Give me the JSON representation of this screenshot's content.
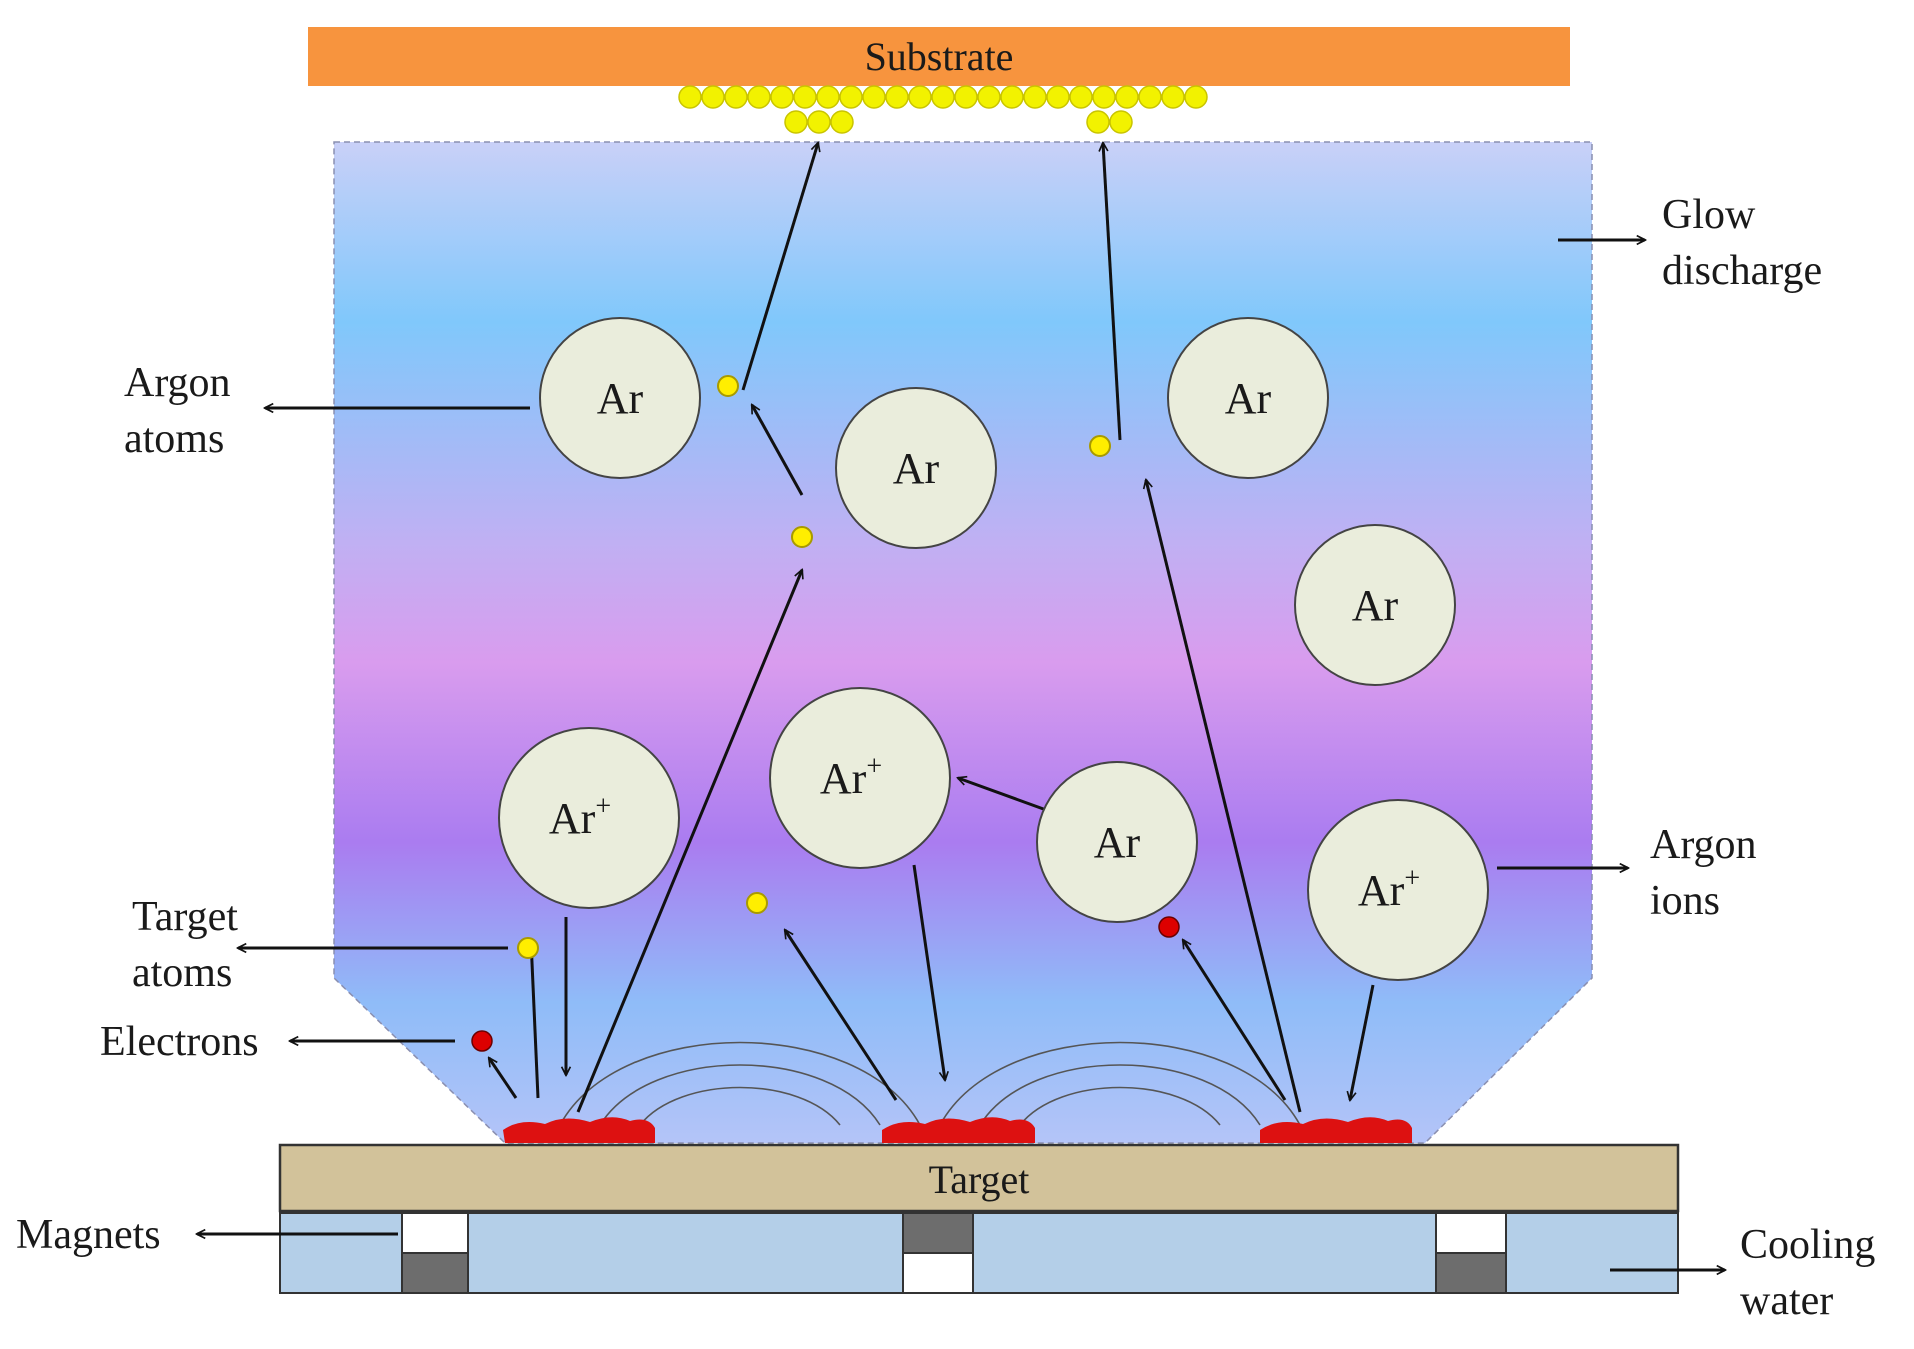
{
  "labels": {
    "substrate": "Substrate",
    "target": "Target",
    "glow_line1": "Glow",
    "glow_line2": "discharge",
    "argon_atoms_line1": "Argon",
    "argon_atoms_line2": "atoms",
    "target_atoms_line1": "Target",
    "target_atoms_line2": "atoms",
    "electrons": "Electrons",
    "magnets": "Magnets",
    "argon_ions_line1": "Argon",
    "argon_ions_line2": "ions",
    "cooling_line1": "Cooling",
    "cooling_line2": "water"
  },
  "particles": {
    "ar": "Ar",
    "ar_ion": "Ar",
    "ion_charge": "+"
  },
  "colors": {
    "substrate": "#f7943e",
    "target": "#d2c29a",
    "cooling_water": "#b4cfe8",
    "magnet_dark": "#6d6d6d",
    "deposited_atoms": "#f2f200",
    "target_atom": "#ffee00",
    "electron": "#dd0000",
    "erosion": "#dd1111",
    "circle_fill": "#eaeddc",
    "plasma_top": "#c4cef6",
    "plasma_mid": "#d89cee",
    "plasma_low": "#a97cf0"
  }
}
